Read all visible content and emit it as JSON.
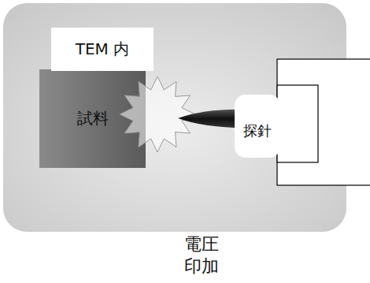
{
  "diagram": {
    "nodes": [
      {
        "text": [
          "TEM 内"
        ]
      },
      {
        "text": [
          "試料"
        ]
      },
      {
        "text": [
          "探針"
        ]
      }
    ],
    "labels": [
      "電圧 印加"
    ]
  }
}
